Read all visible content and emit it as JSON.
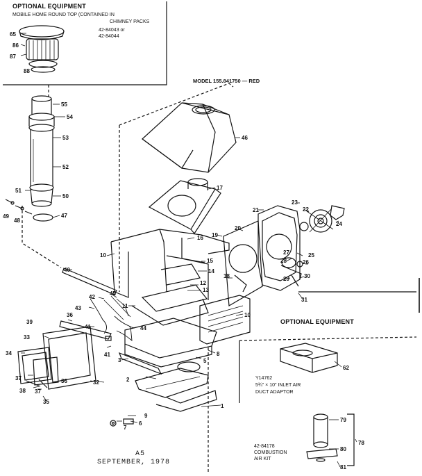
{
  "optional_equipment_top": {
    "title": "OPTIONAL EQUIPMENT",
    "line1": "MOBILE HOME ROUND TOP (CONTAINED IN",
    "line2": "CHIMNEY PACKS",
    "line3": "42-84043 or",
    "line4": "42-84044"
  },
  "model_label": "MODEL 155.841750 — RED",
  "optional_equipment_right": {
    "title": "OPTIONAL EQUIPMENT",
    "part_no": "Y14762",
    "desc1": "5¾\" × 10\" INLET AIR",
    "desc2": "DUCT ADAPTOR"
  },
  "combustion_kit": {
    "part_no": "42-84178",
    "line1": "COMBUSTION",
    "line2": "AIR KIT"
  },
  "footer": {
    "code": "A5",
    "date": "SEPTEMBER, 1978"
  },
  "callouts": [
    "1",
    "2",
    "3",
    "5",
    "6",
    "7",
    "8",
    "9",
    "10",
    "10",
    "11",
    "12",
    "13",
    "14",
    "15",
    "16",
    "17",
    "18",
    "19",
    "20",
    "21",
    "22",
    "23",
    "24",
    "25",
    "26",
    "27",
    "28",
    "29",
    "30",
    "31",
    "32",
    "33",
    "34",
    "35",
    "36",
    "36",
    "37",
    "37",
    "38",
    "39",
    "40",
    "41",
    "41",
    "42",
    "43",
    "44",
    "45",
    "46",
    "47",
    "48",
    "49",
    "50",
    "51",
    "52",
    "53",
    "54",
    "55",
    "62",
    "65",
    "78",
    "79",
    "80",
    "81",
    "86",
    "87",
    "88"
  ]
}
